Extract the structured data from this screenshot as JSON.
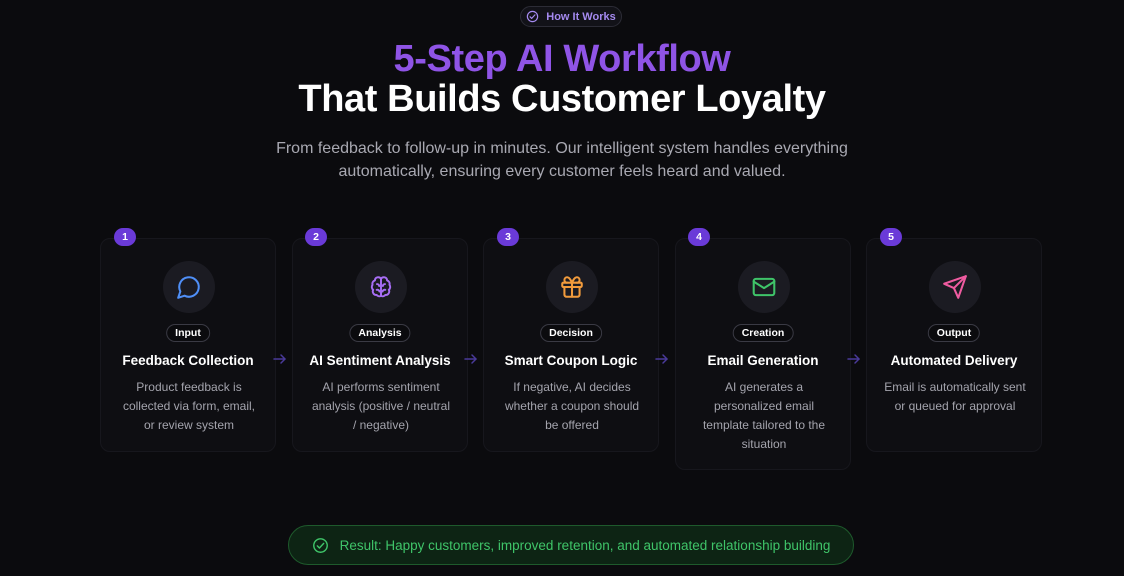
{
  "badge": {
    "label": "How It Works",
    "icon": "check-circle-icon"
  },
  "heading": {
    "line1": "5-Step AI Workflow",
    "line2": "That Builds Customer Loyalty"
  },
  "subtitle": "From feedback to follow-up in minutes. Our intelligent system handles everything automatically, ensuring every customer feels heard and valued.",
  "steps": [
    {
      "number": "1",
      "tag": "Input",
      "title": "Feedback Collection",
      "description": "Product feedback is collected via form, email, or review system",
      "icon": "message-circle-icon",
      "icon_color": "#4f8ff7"
    },
    {
      "number": "2",
      "tag": "Analysis",
      "title": "AI Sentiment Analysis",
      "description": "AI performs sentiment analysis (positive / neutral / negative)",
      "icon": "brain-icon",
      "icon_color": "#a86ef5"
    },
    {
      "number": "3",
      "tag": "Decision",
      "title": "Smart Coupon Logic",
      "description": "If negative, AI decides whether a coupon should be offered",
      "icon": "gift-icon",
      "icon_color": "#f29b3c"
    },
    {
      "number": "4",
      "tag": "Creation",
      "title": "Email Generation",
      "description": "AI generates a personalized email template tailored to the situation",
      "icon": "mail-icon",
      "icon_color": "#3fc469"
    },
    {
      "number": "5",
      "tag": "Output",
      "title": "Automated Delivery",
      "description": "Email is automatically sent or queued for approval",
      "icon": "send-icon",
      "icon_color": "#ef5ba0"
    }
  ],
  "result": {
    "text": "Result: Happy customers, improved retention, and automated relationship building",
    "icon": "check-circle-icon",
    "color": "#3fc469"
  },
  "colors": {
    "accent": "#8f54e6",
    "number_badge": "#6a3ad8",
    "arrow": "#4a3a9a"
  }
}
